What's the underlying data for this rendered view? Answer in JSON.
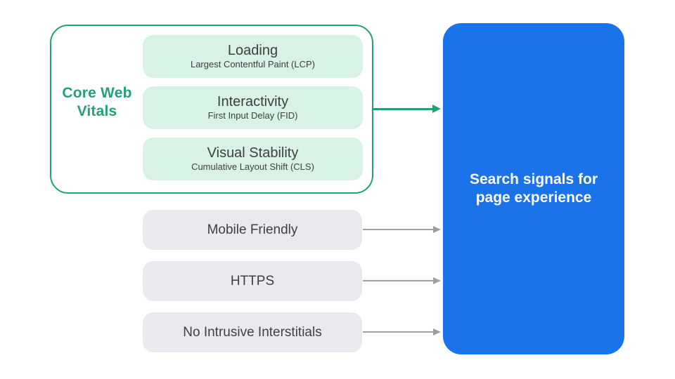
{
  "diagram": {
    "core_group": {
      "label": "Core Web Vitals",
      "vitals": [
        {
          "title": "Loading",
          "subtitle": "Largest Contentful Paint (LCP)"
        },
        {
          "title": "Interactivity",
          "subtitle": "First Input Delay (FID)"
        },
        {
          "title": "Visual Stability",
          "subtitle": "Cumulative Layout Shift (CLS)"
        }
      ]
    },
    "other_signals": [
      {
        "label": "Mobile Friendly"
      },
      {
        "label": "HTTPS"
      },
      {
        "label": "No Intrusive Interstitials"
      }
    ],
    "result": {
      "label": "Search signals for page experience"
    },
    "arrows": [
      {
        "name": "core-web-vitals-to-result",
        "color": "green"
      },
      {
        "name": "mobile-friendly-to-result",
        "color": "gray"
      },
      {
        "name": "https-to-result",
        "color": "gray"
      },
      {
        "name": "no-intrusive-interstitials-to-result",
        "color": "gray"
      }
    ]
  },
  "colors": {
    "green": "#23A07A",
    "green_light": "#D9F2E6",
    "blue": "#1A73E8",
    "gray_box": "#E9EAED",
    "gray_arrow": "#9AA0A6",
    "text_dark": "#3C4043",
    "white": "#FFFFFF"
  }
}
